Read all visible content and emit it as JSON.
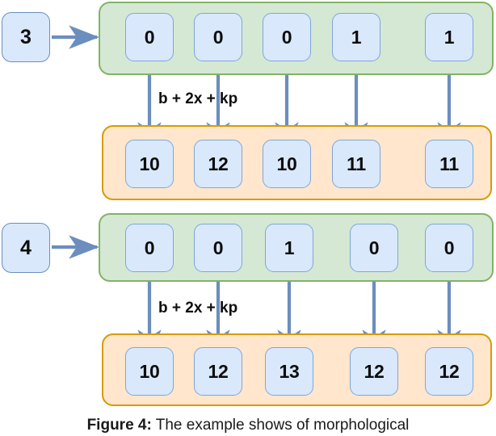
{
  "figure": {
    "caption_prefix": "Figure 4:",
    "caption_text": " The example shows of morphological"
  },
  "rows": [
    {
      "id": "row-1",
      "input_label": "3",
      "transform_label": "b + 2x + kp",
      "source_values": [
        "0",
        "0",
        "0",
        "1",
        "1"
      ],
      "result_values": [
        "10",
        "12",
        "10",
        "11",
        "11"
      ]
    },
    {
      "id": "row-2",
      "input_label": "4",
      "transform_label": "b + 2x + kp",
      "source_values": [
        "0",
        "0",
        "1",
        "0",
        "0"
      ],
      "result_values": [
        "10",
        "12",
        "13",
        "12",
        "12"
      ]
    }
  ],
  "colors": {
    "source_band_fill": "#d5e8d4",
    "source_band_border": "#82b366",
    "result_band_fill": "#ffe6cc",
    "result_band_border": "#d79b00",
    "cell_fill": "#dae8fc",
    "cell_border": "#7ea6d9",
    "arrow": "#6c8ebf"
  }
}
